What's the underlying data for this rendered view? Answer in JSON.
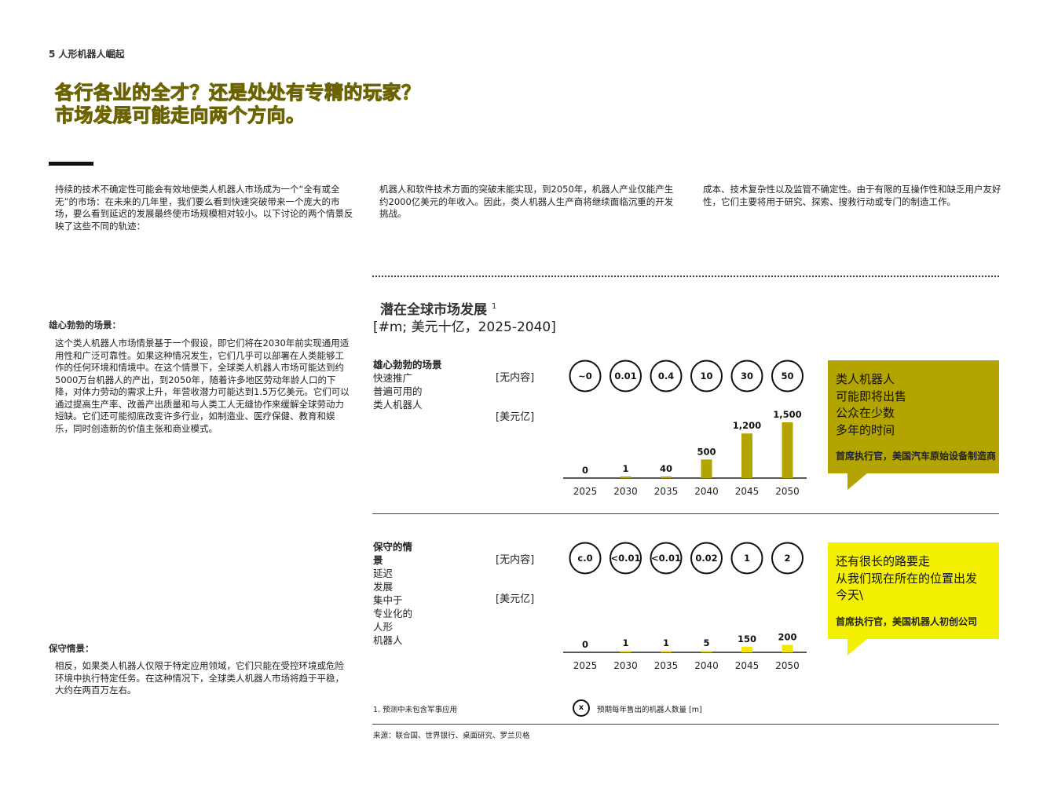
{
  "section_tag": "5 人形机器人崛起",
  "headline": [
    "各行各业的全才？还是处处有专精的玩家？",
    "市场发展可能走向两个方向。"
  ],
  "intro": [
    "持续的技术不确定性可能会有效地使类人机器人市场成为一个“全有或全无”的市场：在未来的几年里，我们要么看到快速突破带来一个庞大的市场，要么看到延迟的发展最终使市场规模相对较小。以下讨论的两个情景反映了这些不同的轨迹：",
    "机器人和软件技术方面的突破未能实现，到2050年，机器人产业仅能产生约2000亿美元的年收入。因此，类人机器人生产商将继续面临沉重的开发挑战。",
    "成本、技术复杂性以及监管不确定性。由于有限的互操作性和缺乏用户友好性，它们主要将用于研究、探索、搜救行动或专门的制造工作。"
  ],
  "sidebar": {
    "ambitious_head": "雄心勃勃的场景：",
    "ambitious_text": "这个类人机器人市场情景基于一个假设，即它们将在2030年前实现通用适用性和广泛可靠性。如果这种情况发生，它们几乎可以部署在人类能够工作的任何环境和情境中。在这个情景下，全球类人机器人市场可能达到约5000万台机器人的产出，到2050年，随着许多地区劳动年龄人口的下降，对体力劳动的需求上升，年营收潜力可能达到1.5万亿美元。它们可以通过提高生产率、改善产出质量和与人类工人无缝协作来缓解全球劳动力短缺。它们还可能彻底改变许多行业，如制造业、医疗保健、教育和娱乐，同时创造新的价值主张和商业模式。",
    "conservative_head": "保守情景：",
    "conservative_text": "相反，如果类人机器人仅限于特定应用领域，它们只能在受控环境或危险环境中执行特定任务。在这种情况下，全球类人机器人市场将趋于平稳，大约在两百万左右。"
  },
  "chart": {
    "title": "潜在全球市场发展",
    "title_note": "1",
    "subtitle": "[#m; 美元十亿，2025-2040]",
    "row_label_units": "[无内容]",
    "row_label_revenue": "[美元亿]",
    "footnote": "1. 预测中未包含军事应用",
    "legend_symbol": "x",
    "legend_text": "预期每年售出的机器人数量 [m]",
    "source": "来源：联合国、世界银行、桌面研究、罗兰贝格"
  },
  "chart_data": [
    {
      "type": "bar",
      "scenario_title": "雄心勃勃的场景",
      "scenario_desc": [
        "快速推广",
        "普遍可用的",
        "类人机器人"
      ],
      "categories": [
        "2025",
        "2030",
        "2035",
        "2040",
        "2045",
        "2050"
      ],
      "units_sold": [
        "~0",
        "0.01",
        "0.4",
        "10",
        "30",
        "50"
      ],
      "values": [
        0,
        1,
        40,
        500,
        1200,
        1500
      ],
      "value_labels": [
        "0",
        "1",
        "40",
        "500",
        "1,200",
        "1,500"
      ],
      "ylim": [
        0,
        1500
      ],
      "bar_color": "#b3a400"
    },
    {
      "type": "bar",
      "scenario_title": "保守的情景",
      "scenario_desc": [
        "延迟",
        "发展",
        "集中于",
        "专业化的",
        "人形",
        "机器人"
      ],
      "categories": [
        "2025",
        "2030",
        "2035",
        "2040",
        "2045",
        "2050"
      ],
      "units_sold": [
        "c.0",
        "<0.01",
        "<0.01",
        "0.02",
        "1",
        "2"
      ],
      "values": [
        0,
        1,
        1,
        5,
        150,
        200
      ],
      "value_labels": [
        "0",
        "1",
        "1",
        "5",
        "150",
        "200"
      ],
      "ylim": [
        0,
        1500
      ],
      "bar_color": "#f3e600"
    }
  ],
  "quotes": [
    {
      "lines": [
        "类人机器人",
        " 可能即将出售",
        " 公众在少数",
        " 多年的时间"
      ],
      "author": "首席执行官，美国汽车原始设备制造商",
      "color": "#b3a400"
    },
    {
      "lines": [
        "还有很长的路要走",
        " 从我们现在所在的位置出发",
        " 今天\\"
      ],
      "author": "首席执行官，美国机器人初创公司",
      "color": "#f3f000"
    }
  ]
}
